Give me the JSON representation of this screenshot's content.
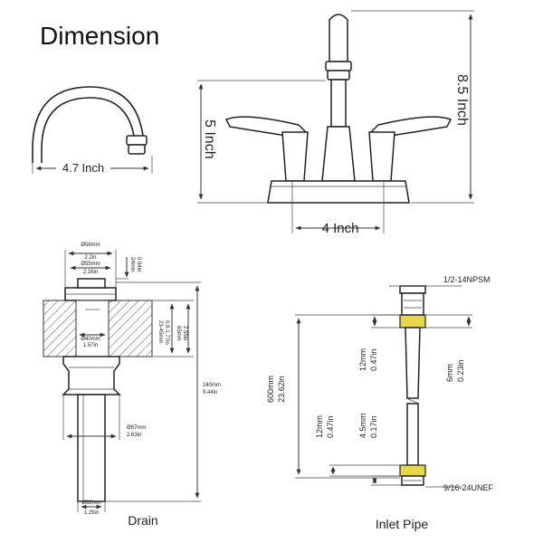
{
  "title": "Dimension",
  "faucet": {
    "spout_reach": "4.7 Inch",
    "faucet_height": "5 Inch",
    "total_height": "8.5 Inch",
    "center_spread": "4 Inch"
  },
  "drain": {
    "caption": "Drain",
    "top_diameter_mm": "Ø56mm",
    "top_diameter_in": "2.2in",
    "mid_diameter_mm": "Ø55mm",
    "mid_diameter_in": "2.16in",
    "cap_height_mm": "24mm",
    "cap_height_in": "0.94in",
    "hole_diameter_mm": "Ø40mm",
    "hole_diameter_in": "1.57in",
    "thickness_range_mm": "23-45mm",
    "thickness_range_in": "0.9-1.77in",
    "max_thickness_mm": "65mm",
    "max_thickness_in": "2.55in",
    "nut_diameter_mm": "Ø67mm",
    "nut_diameter_in": "2.63in",
    "total_length_mm": "240mm",
    "total_length_in": "9.44in",
    "tail_diameter_mm": "Ø32mm",
    "tail_diameter_in": "1.25in"
  },
  "inlet_pipe": {
    "caption": "Inlet Pipe",
    "top_thread": "1/2-14NPSM",
    "bottom_thread": "9/16-24UNEF",
    "length_mm": "600mm",
    "length_in": "23.62in",
    "top_nut_mm": "12mm",
    "top_nut_in": "0.47in",
    "top_fitting_mm": "6mm",
    "top_fitting_in": "0.23in",
    "bottom_nut_mm": "12mm",
    "bottom_nut_in": "0.47in",
    "bottom_fitting_mm": "4.5mm",
    "bottom_fitting_in": "0.17in"
  }
}
